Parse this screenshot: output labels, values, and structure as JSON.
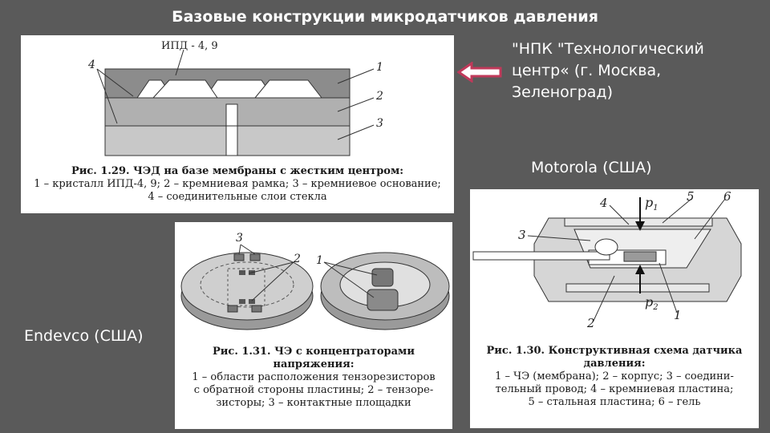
{
  "slide": {
    "title": "Базовые конструкции микродатчиков давления"
  },
  "fig129": {
    "ipd_label": "ИПД - 4, 9",
    "callouts": [
      "1",
      "2",
      "3",
      "4"
    ],
    "caption_bold": "Рис. 1.29. ЧЭД на базе мембраны с жестким центром:",
    "caption_line2": "1 – кристалл ИПД-4, 9; 2 – кремниевая рамка; 3 – кремниевое основание;",
    "caption_line3": "4 – соединительные слои стекла"
  },
  "fig131": {
    "callouts": [
      "3",
      "2",
      "1"
    ],
    "caption_bold1": "Рис. 1.31. ЧЭ с концентраторами",
    "caption_bold2": "напряжения:",
    "caption_line3": "1 – области расположения тензорезисторов",
    "caption_line4": "с обратной стороны пластины; 2 – тензоре-",
    "caption_line5": "зисторы; 3 – контактные площадки"
  },
  "fig130": {
    "callouts": [
      "4",
      "5",
      "6",
      "3",
      "2",
      "1"
    ],
    "p1": "p",
    "p1_sub": "1",
    "p2": "p",
    "p2_sub": "2",
    "caption_bold1": "Рис. 1.30. Конструктивная схема датчика",
    "caption_bold2": "давления:",
    "caption_line3": "1 – ЧЭ (мембрана); 2 – корпус; 3 – соедини-",
    "caption_line4": "тельный провод; 4 – кремниевая пластина;",
    "caption_line5": "5 – стальная пластина; 6 – гель"
  },
  "labels": {
    "npk": [
      "\"НПК \"Технологический",
      "центр« (г. Москва,",
      "Зеленоград)"
    ],
    "motorola": "Motorola (США)",
    "endevco": "Endevco (США)"
  },
  "colors": {
    "background": "#5a5a5a",
    "arrow": "#c0395a"
  }
}
